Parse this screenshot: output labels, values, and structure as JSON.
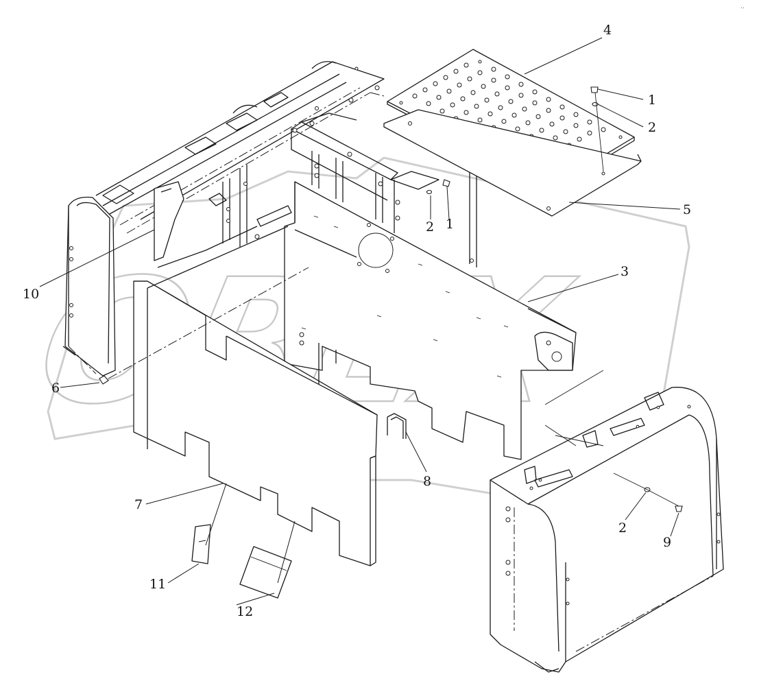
{
  "watermark": {
    "text": "OREX"
  },
  "corner_mark": "..",
  "callouts": {
    "c1_top": "1",
    "c2_top": "2",
    "c4": "4",
    "c5": "5",
    "c2_mid": "2",
    "c1_mid": "1",
    "c3": "3",
    "c10": "10",
    "c6": "6",
    "c8": "8",
    "c7": "7",
    "c2_low": "2",
    "c9": "9",
    "c11": "11",
    "c12": "12"
  }
}
